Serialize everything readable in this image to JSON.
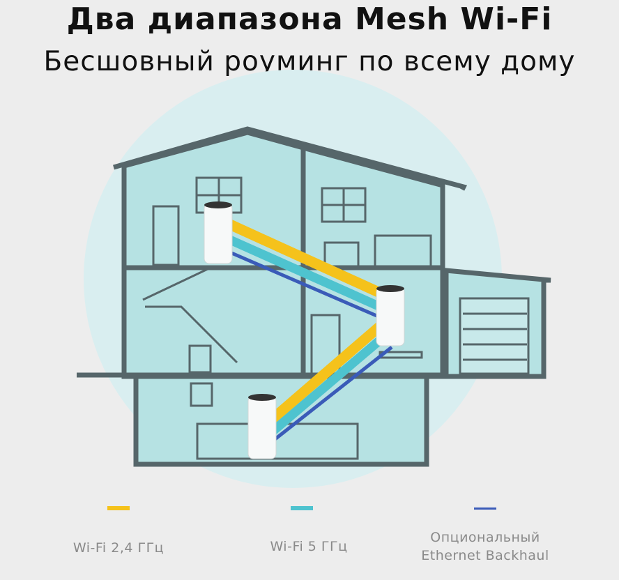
{
  "header": {
    "title": "Два диапазона Mesh Wi-Fi",
    "subtitle": "Бесшовный роуминг по всему дому"
  },
  "colors": {
    "background": "#ededed",
    "house_fill": "#b6e2e3",
    "outline": "#56666a",
    "wifi_24": "#f5c21b",
    "wifi_5": "#4ec3cf",
    "ethernet": "#3a5bb8"
  },
  "devices": [
    {
      "name": "mesh-unit-upstairs"
    },
    {
      "name": "mesh-unit-middle"
    },
    {
      "name": "mesh-unit-basement"
    }
  ],
  "legend": [
    {
      "label": "Wi-Fi 2,4 ГГц",
      "color": "#f5c21b"
    },
    {
      "label": "Wi-Fi 5 ГГц",
      "color": "#4ec3cf"
    },
    {
      "label_line1": "Опциональный",
      "label_line2": "Ethernet Backhaul",
      "color": "#3a5bb8"
    }
  ]
}
